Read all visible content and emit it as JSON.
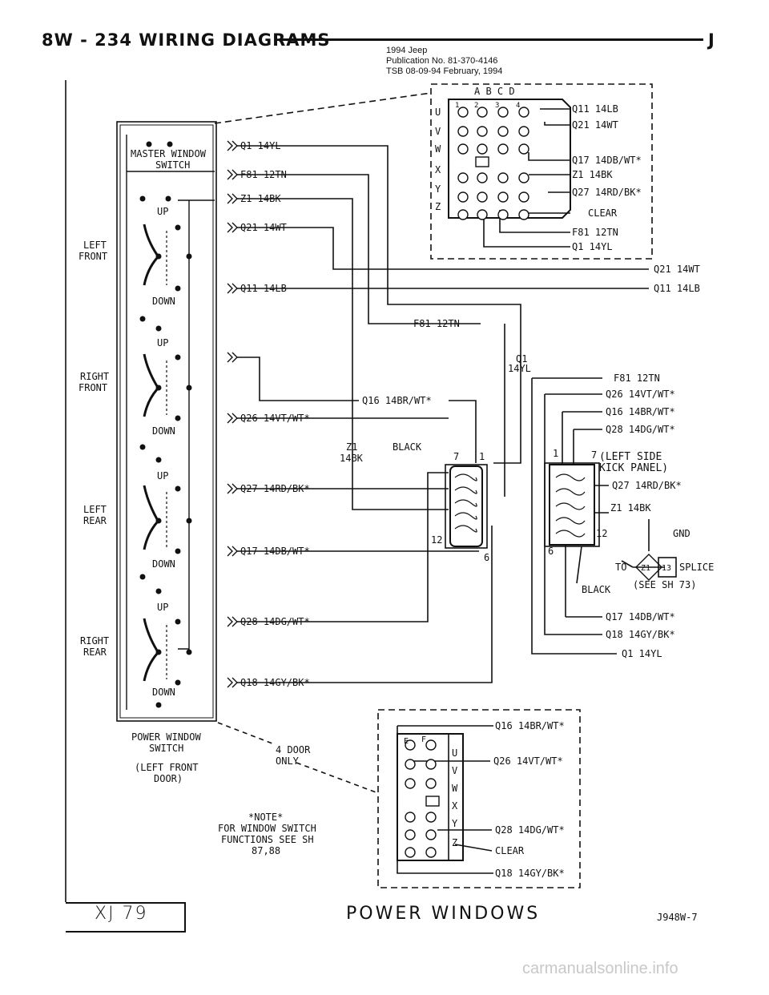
{
  "header": {
    "section": "8W - 234   WIRING DIAGRAMS",
    "brand": "J",
    "pub_line1": "1994 Jeep",
    "pub_line2": "Publication No. 81-370-4146",
    "pub_line3": "TSB 08-09-94     February, 1994"
  },
  "switch": {
    "title1": "MASTER WINDOW",
    "title2": "SWITCH",
    "up": "UP",
    "down": "DOWN",
    "caption1": "POWER WINDOW",
    "caption2": "SWITCH",
    "caption3": "(LEFT FRONT",
    "caption4": "DOOR)"
  },
  "positions": {
    "left_front_1": "LEFT",
    "left_front_2": "FRONT",
    "right_front_1": "RIGHT",
    "right_front_2": "FRONT",
    "left_rear_1": "LEFT",
    "left_rear_2": "REAR",
    "right_rear_1": "RIGHT",
    "right_rear_2": "REAR"
  },
  "connector_top": {
    "cols": "A  B  C  D",
    "rows": [
      "U",
      "V",
      "W",
      "X",
      "Y",
      "Z"
    ],
    "pin_nums": [
      "1",
      "2",
      "3",
      "4"
    ],
    "wires": [
      "Q11 14LB",
      "Q21 14WT",
      "Q17 14DB/WT*",
      "Z1 14BK",
      "Q27 14RD/BK*",
      "CLEAR",
      "F81 12TN",
      "Q1 14YL"
    ]
  },
  "switch_wires": {
    "q1": "Q1 14YL",
    "f81": "F81 12TN",
    "z1": "Z1 14BK",
    "q21": "Q21 14WT",
    "q11": "Q11 14LB",
    "q26": "Q26 14VT/WT*",
    "q27": "Q27 14RD/BK*",
    "q17": "Q17 14DB/WT*",
    "q28": "Q28 14DG/WT*",
    "q18": "Q18 14GY/BK*"
  },
  "middle": {
    "q21_right": "Q21 14WT",
    "q11_right": "Q11 14LB",
    "f81_mid": "F81 12TN",
    "q1_mid_1": "Q1",
    "q1_mid_2": "14YL",
    "q16_mid": "Q16 14BR/WT*",
    "z1_mid_1": "Z1",
    "z1_mid_2": "14BK",
    "black": "BLACK",
    "pin7": "7",
    "pin1": "1",
    "pin12": "12",
    "pin6": "6"
  },
  "kick_panel": {
    "f81": "F81 12TN",
    "q26": "Q26 14VT/WT*",
    "q16": "Q16 14BR/WT*",
    "q28": "Q28 14DG/WT*",
    "loc1": "(LEFT SIDE",
    "loc2": "KICK PANEL)",
    "q27": "Q27 14RD/BK*",
    "z1": "Z1 14BK",
    "gnd": "GND",
    "to": "TO",
    "z1_tag": "Z1",
    "splice_num": "13",
    "splice": "SPLICE",
    "see": "(SEE SH 73)",
    "black": "BLACK",
    "pin1": "1",
    "pin7": "7",
    "pin12": "12",
    "pin6": "6",
    "q17": "Q17 14DB/WT*",
    "q18": "Q18 14GY/BK*",
    "q1": "Q1 14YL"
  },
  "connector_bottom": {
    "e": "E",
    "f": "F",
    "rows": [
      "U",
      "V",
      "W",
      "X",
      "Y",
      "Z"
    ],
    "wires": [
      "Q16 14BR/WT*",
      "Q26 14VT/WT*",
      "Q28 14DG/WT*",
      "CLEAR",
      "Q18 14GY/BK*"
    ]
  },
  "notes": {
    "four_door_1": "4 DOOR",
    "four_door_2": "ONLY",
    "note_title": "*NOTE*",
    "note_1": "FOR WINDOW SWITCH",
    "note_2": "FUNCTIONS SEE SH",
    "note_3": "87,88"
  },
  "footer": {
    "model": "XJ 79",
    "title": "POWER WINDOWS",
    "code": "J948W-7"
  },
  "watermark": "carmanualsonline.info"
}
